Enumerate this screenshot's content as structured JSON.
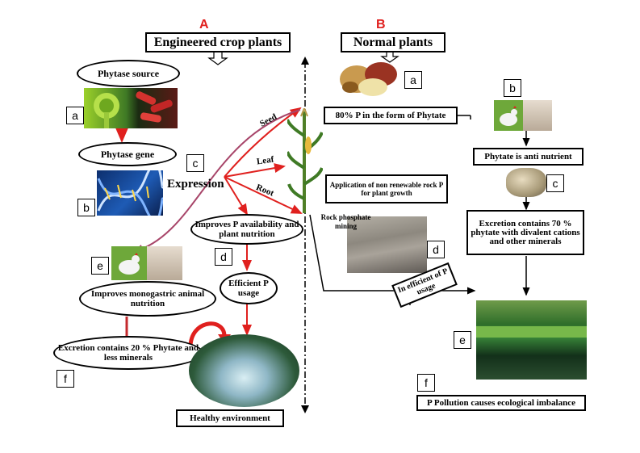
{
  "section_a": {
    "letter": "A",
    "title": "Engineered crop plants",
    "phytase_source": "Phytase  source",
    "phytase_gene": "Phytase gene",
    "expression": "Expression",
    "organs": {
      "seed": "Seed",
      "leaf": "Leaf",
      "root": "Root"
    },
    "improves_p": "Improves P availability and plant nutrition",
    "efficient_p": "Efficient P usage",
    "improves_animal": "Improves monogastric animal nutrition",
    "excretion": "Excretion contains 20 % Phytate and less minerals",
    "healthy": "Healthy environment",
    "labels": {
      "a": "a",
      "b": "b",
      "c": "c",
      "d": "d",
      "e": "e",
      "f": "f"
    }
  },
  "section_b": {
    "letter": "B",
    "title": "Normal plants",
    "phytate_80": "80% P in the form of Phytate",
    "anti_nutrient": "Phytate is anti nutrient",
    "application": "Application of non renewable rock P for plant growth",
    "rock_mining": "Rock phosphate mining",
    "excretion_70": "Excretion contains 70 % phytate with divalent cations and other minerals",
    "inefficient": "In efficient of P usage",
    "pollution": "P Pollution causes ecological imbalance",
    "labels": {
      "a": "a",
      "b": "b",
      "c": "c",
      "d": "d",
      "e": "e",
      "f": "f"
    }
  },
  "colors": {
    "red": "#e0201e",
    "dark_red": "#c42a2e",
    "purple": "#a8466a",
    "black": "#000000"
  }
}
